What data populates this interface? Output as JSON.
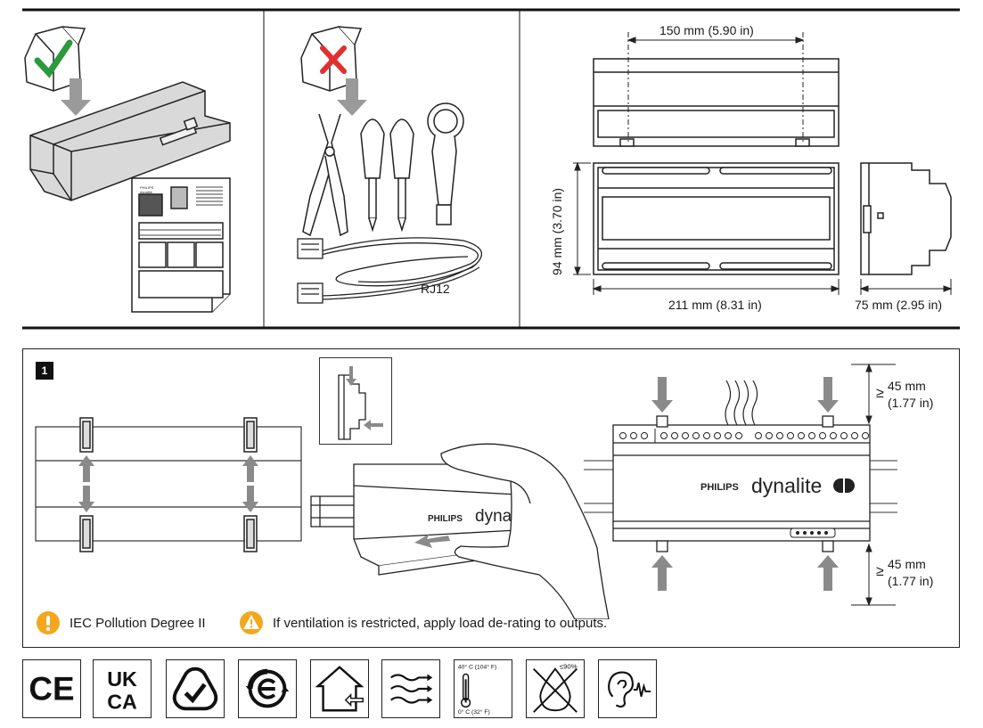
{
  "top_panel": {
    "label_width": "150 mm (5.90 in)",
    "label_height": "94 mm (3.70 in)",
    "label_length": "211 mm (8.31 in)",
    "label_depth": "75 mm (2.95 in)",
    "cable_label": "RJ12"
  },
  "device": {
    "brand": "PHILIPS",
    "product": "dynalite",
    "product_cut": "dyna",
    "mini_brand": "PHILIPS",
    "mini_product": "dynalite"
  },
  "step1": {
    "step_number": "1",
    "clearance_top": "45 mm",
    "clearance_top_in": "(1.77 in)",
    "clearance_bottom": "45 mm",
    "clearance_bottom_in": "(1.77 in)",
    "ge_symbol": "≥"
  },
  "notes": {
    "pollution": "IEC Pollution Degree II",
    "ventilation": "If ventilation is restricted, apply load de-rating to outputs."
  },
  "certifications": {
    "ce": "CE",
    "ukca_top": "UK",
    "ukca_bottom": "CA",
    "temp_high": "40° C (104° F)",
    "temp_low": "0° C (32° F)",
    "humidity": "≤90%"
  },
  "colors": {
    "check": "#2a9a3c",
    "cross": "#e03030",
    "warning": "#f3a71c",
    "arrow": "#8a8a8a"
  }
}
